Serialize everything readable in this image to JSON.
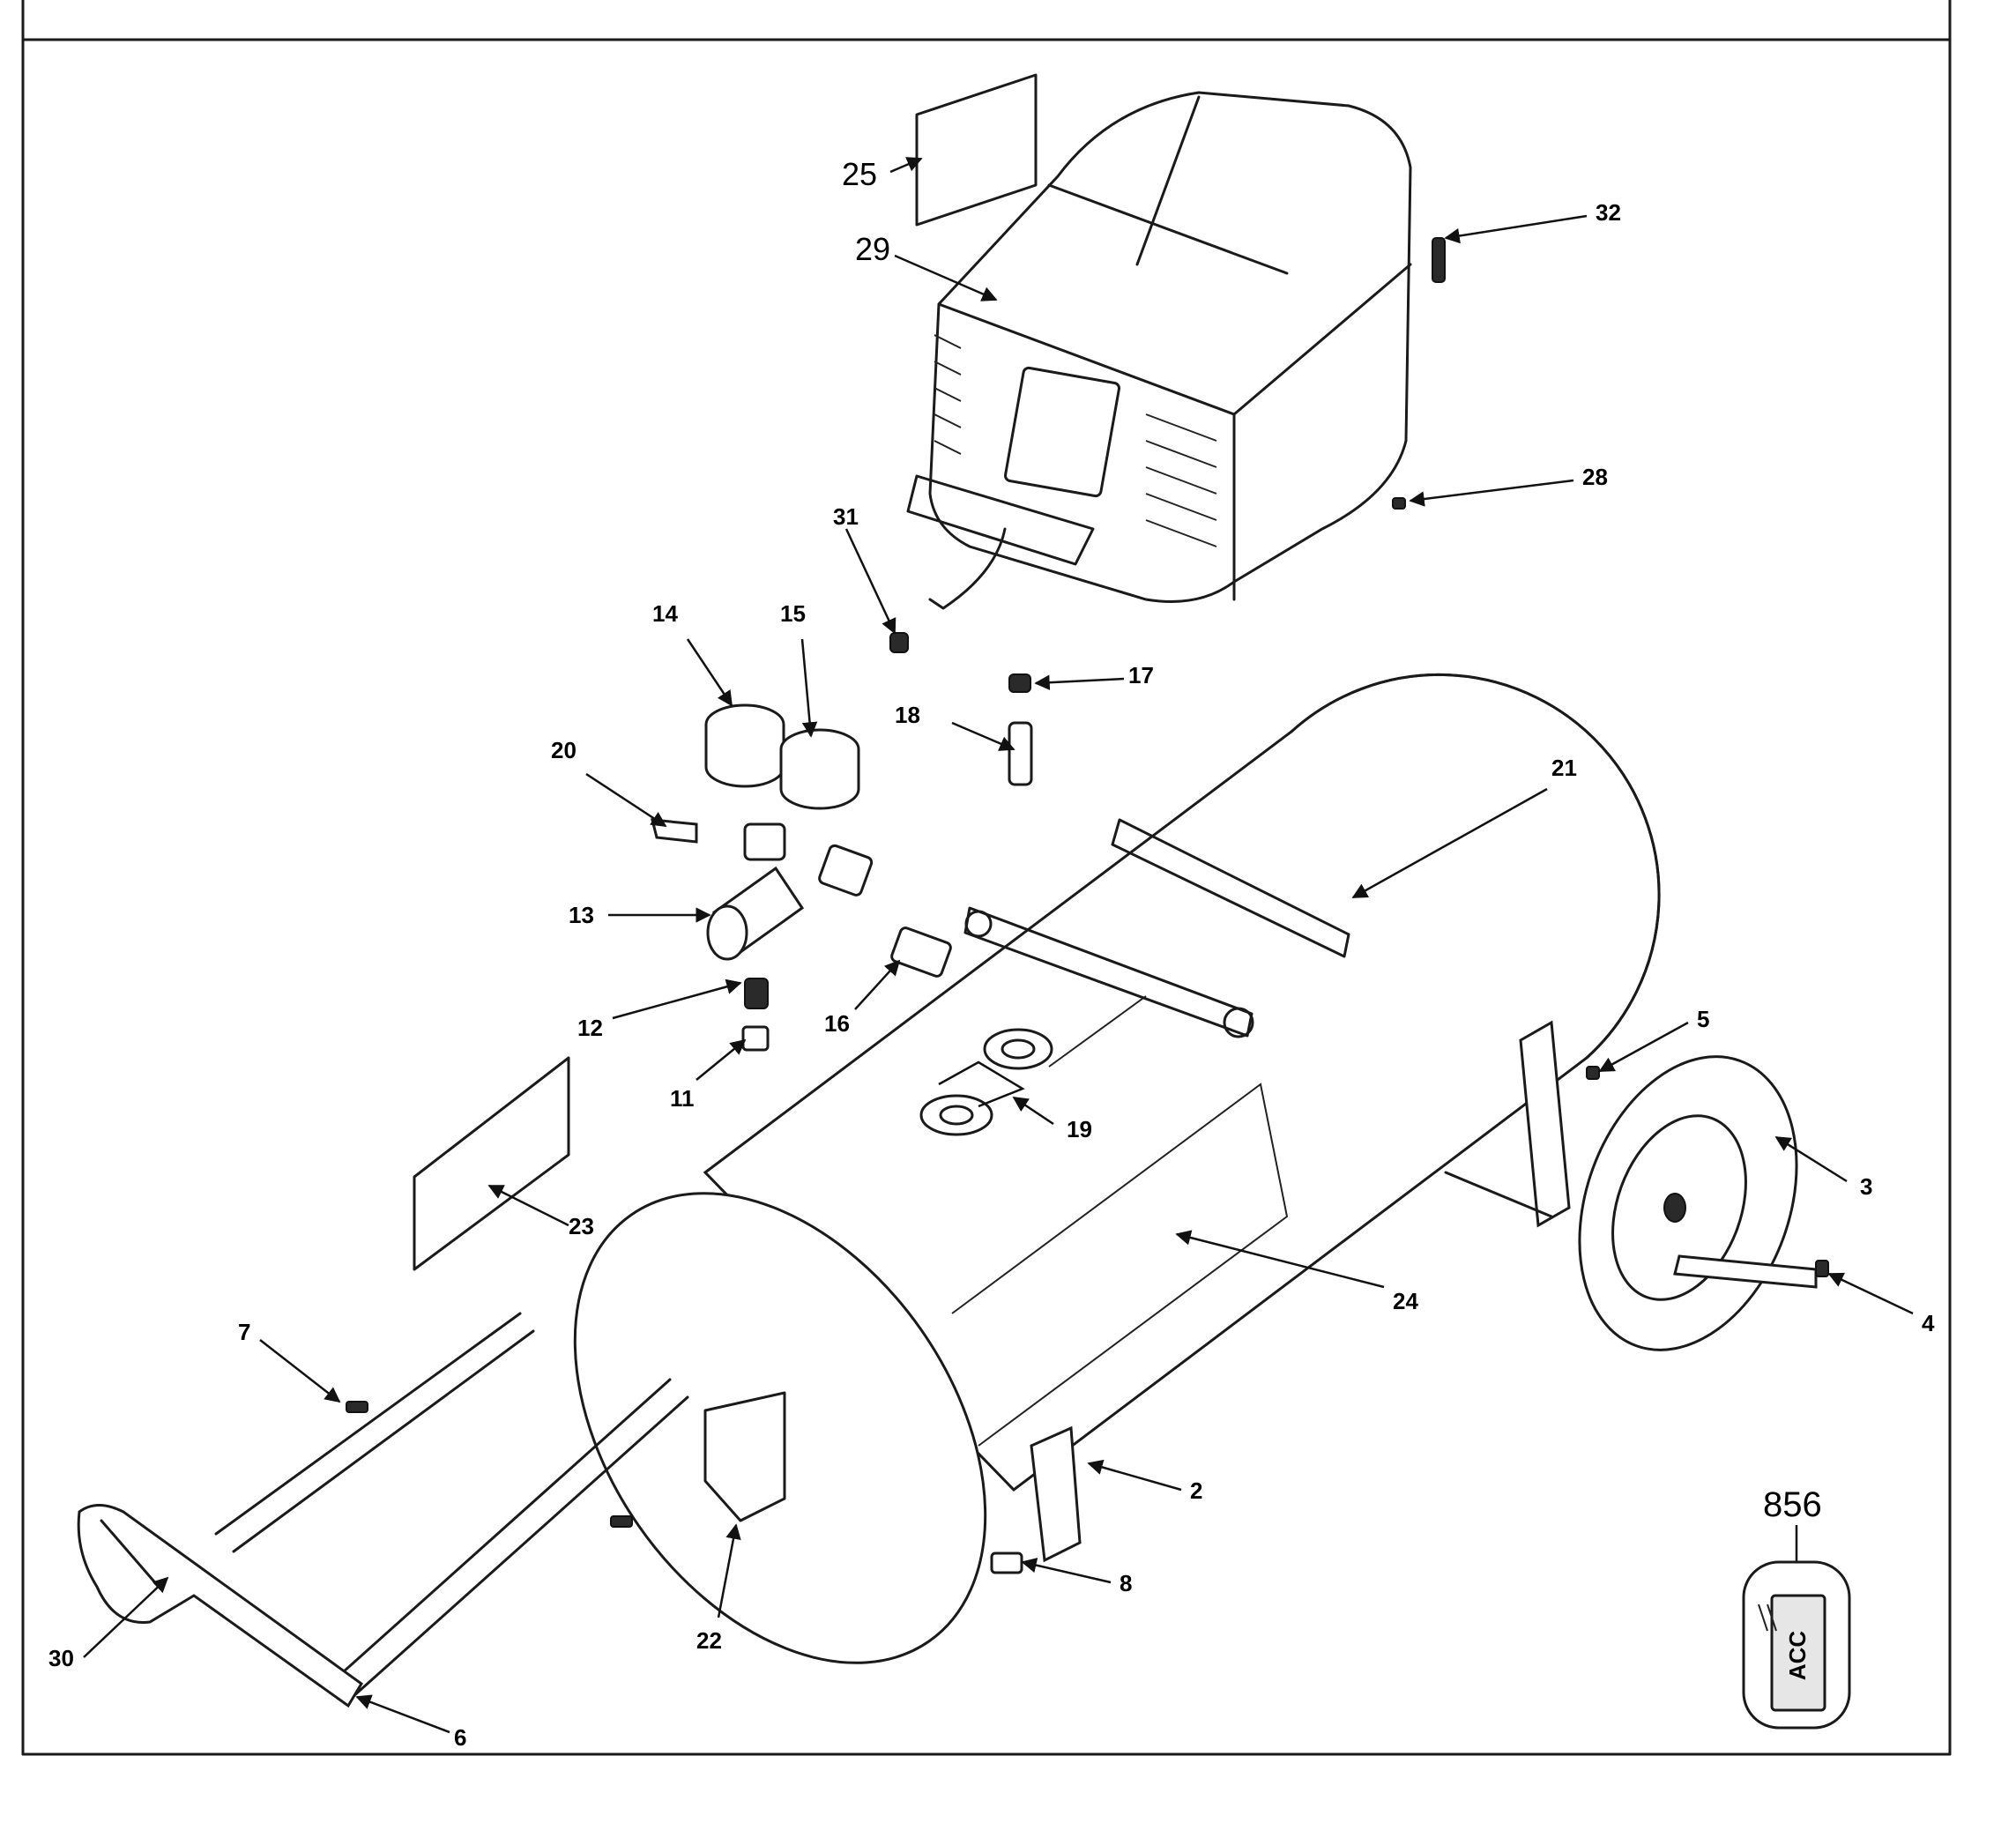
{
  "callouts": {
    "c2": "2",
    "c3": "3",
    "c4": "4",
    "c5": "5",
    "c6": "6",
    "c7": "7",
    "c8": "8",
    "c11": "11",
    "c12": "12",
    "c13": "13",
    "c14": "14",
    "c15": "15",
    "c16": "16",
    "c17": "17",
    "c18": "18",
    "c19": "19",
    "c20": "20",
    "c21": "21",
    "c22": "22",
    "c23": "23",
    "c24": "24",
    "c25": "25",
    "c28": "28",
    "c29": "29",
    "c30": "30",
    "c31": "31",
    "c32": "32"
  },
  "badge": {
    "number": "856",
    "text": "ACC"
  }
}
